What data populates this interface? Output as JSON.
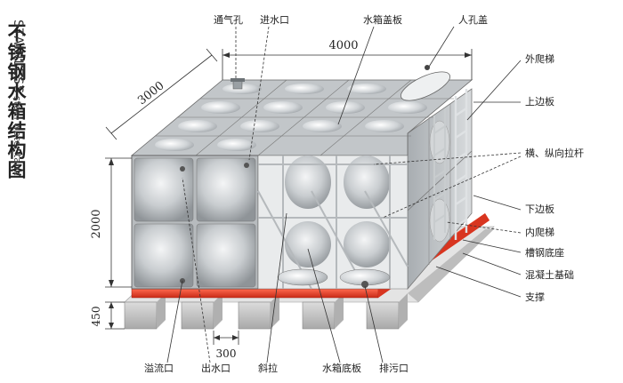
{
  "title": {
    "cn": "不锈钢水箱结构图",
    "en_main": "STAINLESS",
    "en_sub": "steel water tank"
  },
  "dimensions": {
    "length": "4000",
    "width": "3000",
    "height": "2000",
    "base_height": "450",
    "spacing": "300"
  },
  "labels": {
    "vent": "通气孔",
    "inlet": "进水口",
    "cover_plate": "水箱盖板",
    "manhole": "人孔盖",
    "outer_ladder": "外爬梯",
    "top_plate": "上边板",
    "tie_rods": "横、纵向拉杆",
    "bottom_side_plate": "下边板",
    "inner_ladder": "内爬梯",
    "channel_base": "槽钢底座",
    "concrete_base": "混凝土基础",
    "support": "支撑",
    "overflow": "溢流口",
    "outlet": "出水口",
    "diagonal_brace": "斜拉",
    "bottom_plate": "水箱底板",
    "drain": "排污口"
  },
  "colors": {
    "steel": "#cfd3d6",
    "channel": "#e33b26",
    "concrete": "#c8c8c8"
  }
}
